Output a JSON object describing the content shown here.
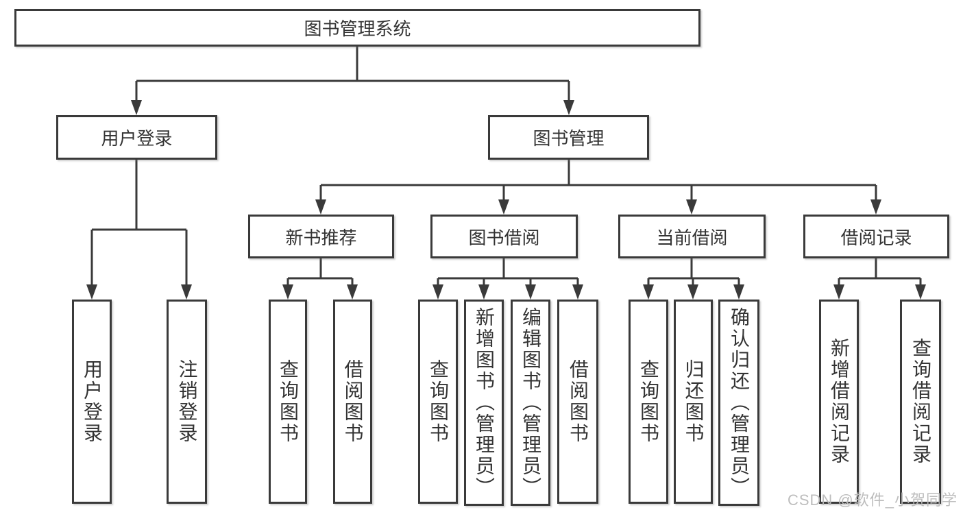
{
  "diagram": {
    "type": "hierarchy",
    "line_color": "#3a3a3a",
    "box_fill": "#ffffff",
    "text_color": "#333333",
    "watermark": "CSDN @软件_小贺同学",
    "nodes": {
      "root": {
        "label": "图书管理系统"
      },
      "user_login": {
        "label": "用户登录"
      },
      "book_mgmt": {
        "label": "图书管理"
      },
      "login": {
        "label": "用户登录"
      },
      "logout": {
        "label": "注销登录"
      },
      "new_rec": {
        "label": "新书推荐"
      },
      "borrow": {
        "label": "图书借阅"
      },
      "current": {
        "label": "当前借阅"
      },
      "records": {
        "label": "借阅记录"
      },
      "nb_query": {
        "label": "查询图书"
      },
      "nb_borrow": {
        "label": "借阅图书"
      },
      "bb_query": {
        "label": "查询图书"
      },
      "bb_add": {
        "label": "新增图书（管理员）"
      },
      "bb_edit": {
        "label": "编辑图书（管理员）"
      },
      "bb_borrow": {
        "label": "借阅图书"
      },
      "cb_query": {
        "label": "查询图书"
      },
      "cb_return": {
        "label": "归还图书"
      },
      "cb_confirm": {
        "label": "确认归还（管理员）"
      },
      "br_add": {
        "label": "新增借阅记录"
      },
      "br_query": {
        "label": "查询借阅记录"
      }
    },
    "hierarchy": {
      "root": "图书管理系统",
      "children": {
        "用户登录": [
          "用户登录",
          "注销登录"
        ],
        "图书管理": {
          "新书推荐": [
            "查询图书",
            "借阅图书"
          ],
          "图书借阅": [
            "查询图书",
            "新增图书（管理员）",
            "编辑图书（管理员）",
            "借阅图书"
          ],
          "当前借阅": [
            "查询图书",
            "归还图书",
            "确认归还（管理员）"
          ],
          "借阅记录": [
            "新增借阅记录",
            "查询借阅记录"
          ]
        }
      }
    }
  }
}
